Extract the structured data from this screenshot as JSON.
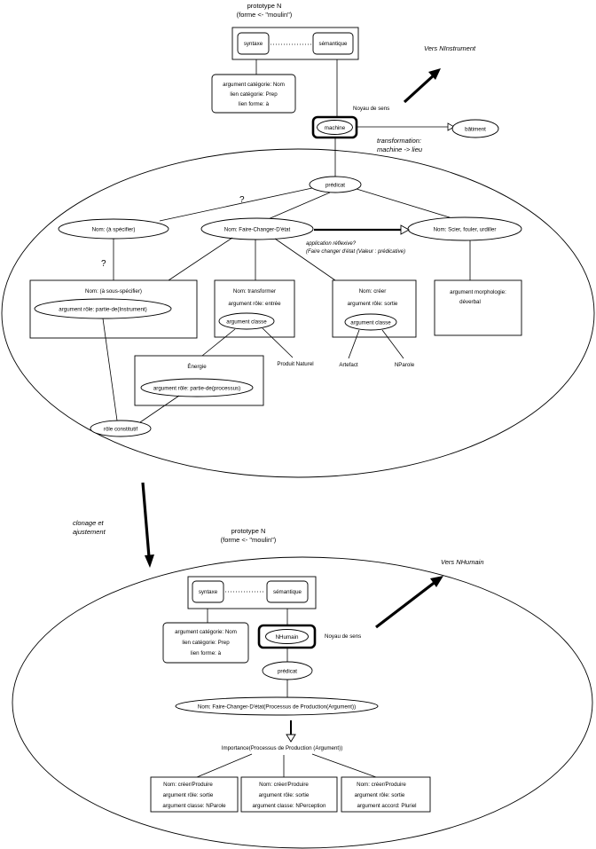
{
  "top": {
    "prototype_title": "prototype N",
    "prototype_form": "(forme <- \"moulin\")",
    "syntaxe": "syntaxe",
    "semantique": "sémantique",
    "syntax_info": [
      "argument catégorie: Nom",
      "lien catégorie: Prep",
      "lien forme: à"
    ],
    "noyau_label": "Noyau de sens",
    "core": "machine",
    "batiment": "bâtiment",
    "vers": "Vers NInstrument",
    "transformation": [
      "transformation:",
      "machine -> lieu"
    ],
    "predicat": "prédicat",
    "question_marks": [
      "?",
      "?"
    ],
    "nom_a_specifier": "Nom: (à spécifier)",
    "nom_faire_changer": "Nom: Faire-Changer-D'état",
    "nom_scier": "Nom: Scier, fouler, urdiller",
    "application": [
      "application réflexive?",
      "(Faire changer d'état (Valeur : prédicative)"
    ],
    "box1": {
      "title": "Nom: (à sous-spécifier)",
      "role": "argument rôle: partie-de(Instrument)"
    },
    "box2": {
      "title": "Nom: transformer",
      "role": "argument rôle: entrée",
      "classe": "argument classe"
    },
    "box3": {
      "title": "Nom: créer",
      "role": "argument rôle: sortie",
      "classe": "argument classe"
    },
    "box4": [
      "argument morphologie:",
      "déverbal"
    ],
    "energie": {
      "title": "Énergie",
      "role": "argument rôle: partie-de(processus)"
    },
    "leaves": {
      "produit": "Produit Naturel",
      "artefact": "Artefact",
      "parole": "NParole",
      "role_constitutif": "rôle constitutif"
    }
  },
  "middle": {
    "clonage": [
      "clonage et",
      "ajustement"
    ]
  },
  "bottom": {
    "prototype_title": "prototype N",
    "prototype_form": "(forme <- \"moulin\")",
    "syntaxe": "syntaxe",
    "semantique": "sémantique",
    "syntax_info": [
      "argument catégorie: Nom",
      "lien catégorie: Prep",
      "lien forme: à"
    ],
    "noyau_label": "Noyau de sens",
    "core": "NHumain",
    "vers": "Vers NHumain",
    "predicat": "prédicat",
    "nom_faire_changer": "Nom: Faire-Changer-D'état(Processus de Production(Argument))",
    "importance": "Importance(Processus de Production (Argument))",
    "boxes": [
      {
        "lines": [
          "Nom: créer/Produire",
          "argument rôle: sortie",
          "argument classe: NParole"
        ]
      },
      {
        "lines": [
          "Nom: créer/Produire",
          "argument rôle: sortie",
          "argument classe: NPerception"
        ]
      },
      {
        "lines": [
          "Nom: créer/Produire",
          "argument rôle: sortie",
          "argument accord: Pluriel"
        ]
      }
    ]
  }
}
